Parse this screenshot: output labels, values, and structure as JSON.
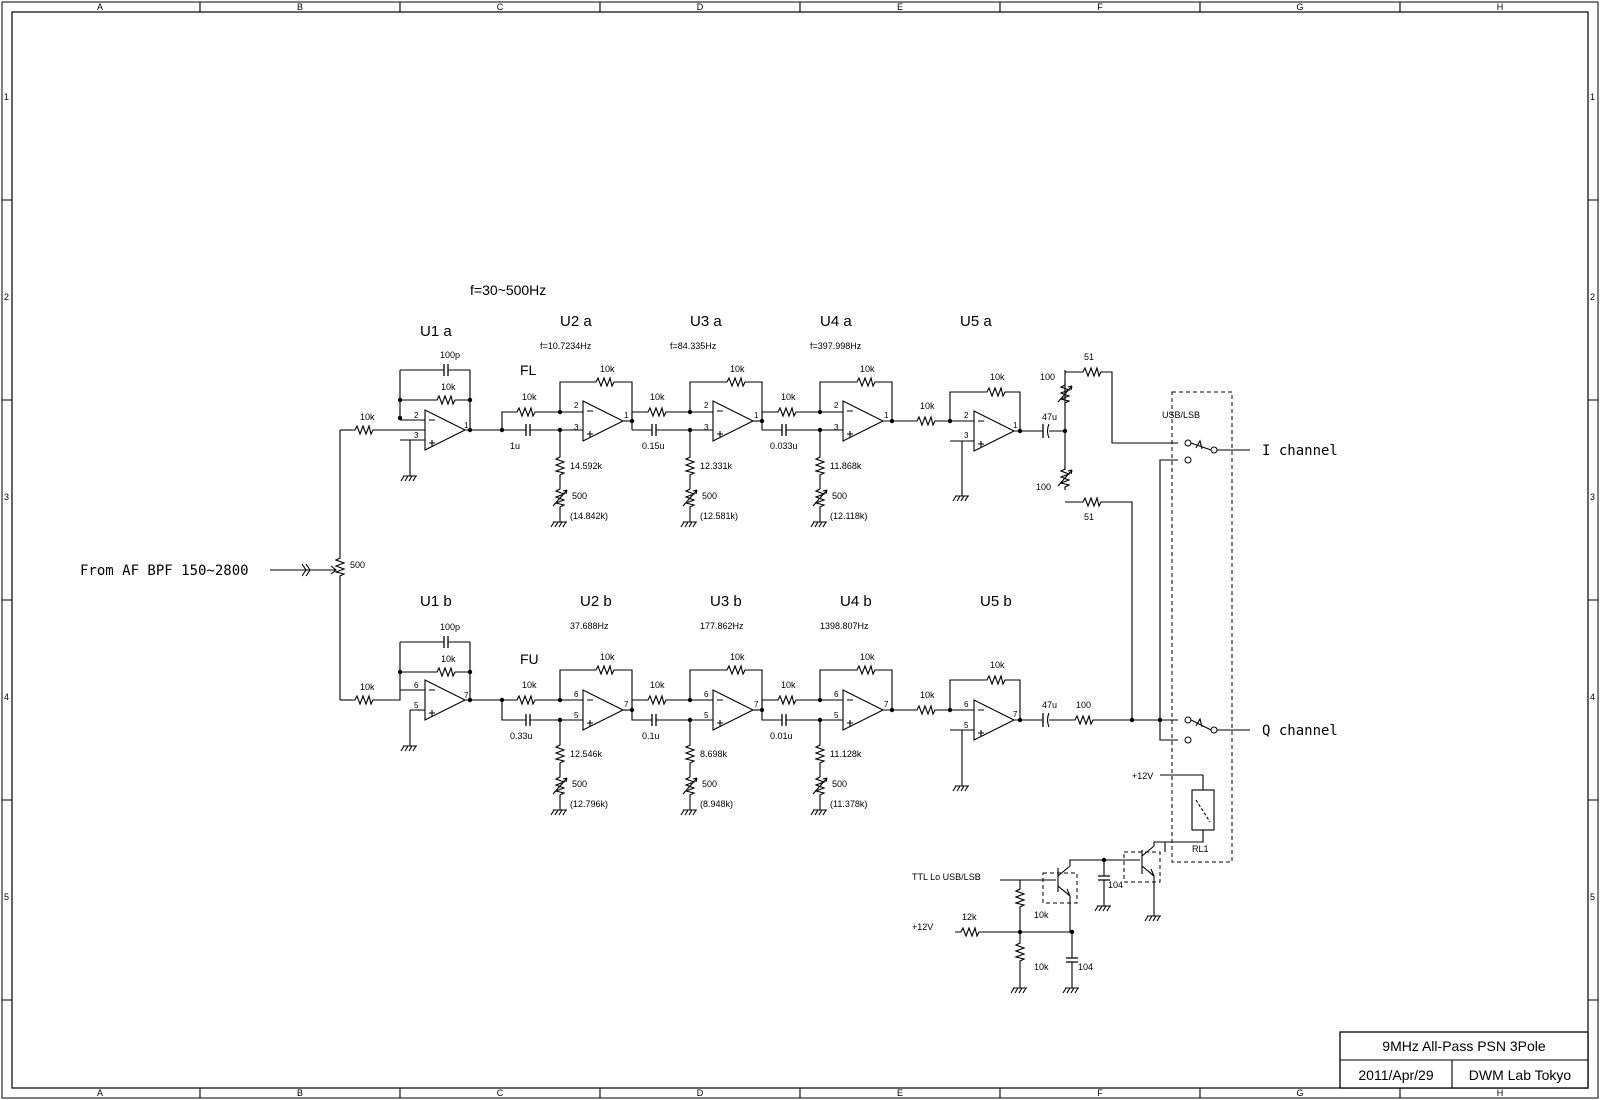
{
  "border": {
    "cols": [
      "A",
      "B",
      "C",
      "D",
      "E",
      "F",
      "G",
      "H"
    ],
    "rows": [
      "1",
      "2",
      "3",
      "4",
      "5"
    ]
  },
  "title_block": {
    "title": "9MHz All-Pass PSN  3Pole",
    "date": "2011/Apr/29",
    "org": "DWM Lab Tokyo"
  },
  "input": {
    "label": "From AF BPF 150~2800",
    "pot": "500"
  },
  "freq_range": "f=30~500Hz",
  "upper": {
    "u1": "U1 a",
    "u2": "U2 a",
    "u3": "U3 a",
    "u4": "U4 a",
    "u5": "U5 a",
    "f2": "f=10.7234Hz",
    "f3": "f=84.335Hz",
    "f4": "f=397.998Hz",
    "tag": "FL",
    "u1_cap": "100p",
    "u1_fb": "10k",
    "u1_in": "10k",
    "s2": {
      "r_in": "10k",
      "r_fb": "10k",
      "cap": "1u",
      "r_g": "14.592k",
      "trim": "500",
      "total": "(14.842k)"
    },
    "s3": {
      "r_in": "10k",
      "r_fb": "10k",
      "cap": "0.15u",
      "r_g": "12.331k",
      "trim": "500",
      "total": "(12.581k)"
    },
    "s4": {
      "r_in": "10k",
      "r_fb": "10k",
      "cap": "0.033u",
      "r_g": "11.868k",
      "trim": "500",
      "total": "(12.118k)"
    },
    "u5_in": "10k",
    "u5_fb": "10k",
    "c_out": "47u",
    "trim_a": "100",
    "trim_b": "100",
    "r_a": "51",
    "r_b": "51",
    "out": "I channel"
  },
  "lower": {
    "u1": "U1 b",
    "u2": "U2 b",
    "u3": "U3 b",
    "u4": "U4 b",
    "u5": "U5 b",
    "f2": "37.688Hz",
    "f3": "177.862Hz",
    "f4": "1398.807Hz",
    "tag": "FU",
    "u1_cap": "100p",
    "u1_fb": "10k",
    "u1_in": "10k",
    "s2": {
      "r_in": "10k",
      "r_fb": "10k",
      "cap": "0.33u",
      "r_g": "12.546k",
      "trim": "500",
      "total": "(12.796k)"
    },
    "s3": {
      "r_in": "10k",
      "r_fb": "10k",
      "cap": "0.1u",
      "r_g": "8.698k",
      "trim": "500",
      "total": "(8.948k)"
    },
    "s4": {
      "r_in": "10k",
      "r_fb": "10k",
      "cap": "0.01u",
      "r_g": "11.128k",
      "trim": "500",
      "total": "(11.378k)"
    },
    "u5_in": "10k",
    "u5_fb": "10k",
    "c_out": "47u",
    "r_out": "100",
    "out": "Q channel"
  },
  "pins": {
    "a_u1": [
      "2",
      "3",
      "1"
    ],
    "a_s": [
      "2",
      "3",
      "1"
    ],
    "b_u1": [
      "6",
      "5",
      "7"
    ],
    "b_s": [
      "6",
      "5",
      "7"
    ]
  },
  "switch_box": {
    "label": "USB/LSB",
    "relay": "RL1"
  },
  "driver": {
    "ttl": "TTL Lo USB/LSB",
    "vcc": "+12V",
    "r1": "12k",
    "r2": "10k",
    "r3": "10k",
    "c1": "104",
    "c2": "104",
    "relay_vcc": "+12V"
  }
}
